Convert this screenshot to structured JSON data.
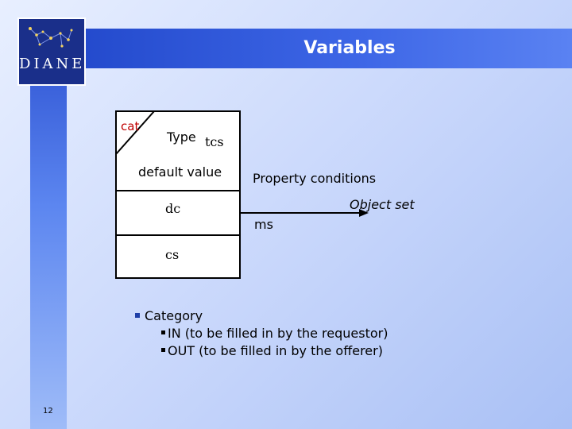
{
  "slide": {
    "title": "Variables",
    "logo_text": "DIANE",
    "page_number": "12"
  },
  "diagram": {
    "cat": "cat",
    "type": "Type",
    "tcs": "tcs",
    "default_value": "default value",
    "dc": "dc",
    "cs": "cs",
    "property_conditions": "Property conditions",
    "object_set": "Object set",
    "ms": "ms"
  },
  "bullets": {
    "category": "Category",
    "in": "IN (to be filled in by the requestor)",
    "out": "OUT (to be filled in by the offerer)"
  },
  "colors": {
    "title_bar": "#1f45c8",
    "cat_text": "#c00000",
    "bullet_blue": "#1f3fa8"
  }
}
